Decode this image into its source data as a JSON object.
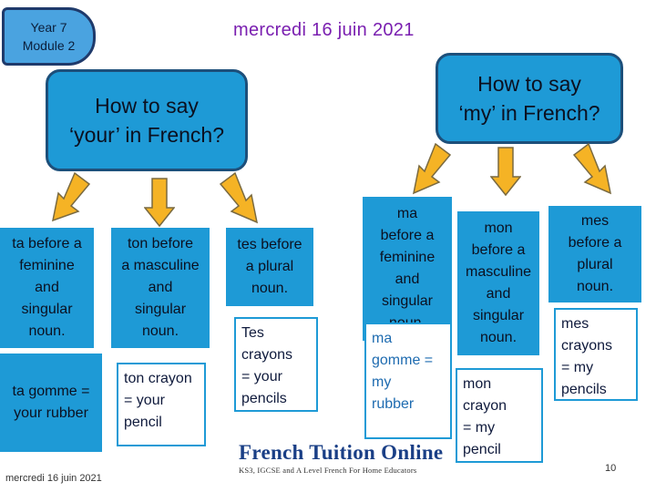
{
  "badge": {
    "line1": "Year 7",
    "line2": "Module 2"
  },
  "date_top": "mercredi 16 juin 2021",
  "bubbles": {
    "your": {
      "line1": "How to say",
      "line2": "‘your’ in French?"
    },
    "my": {
      "line1": "How to say",
      "line2": "‘my’ in French?"
    }
  },
  "your_rules": [
    {
      "lines": [
        "ta before a",
        "feminine",
        "and",
        "singular",
        "noun."
      ]
    },
    {
      "lines": [
        "ton before",
        "a masculine",
        "and",
        "singular",
        "noun."
      ]
    },
    {
      "lines": [
        "tes before",
        "a plural",
        "noun."
      ]
    }
  ],
  "your_examples": [
    {
      "lines": [
        "ta gomme =",
        "your rubber"
      ]
    },
    {
      "lines": [
        "ton crayon",
        "= your",
        "pencil"
      ]
    },
    {
      "lines": [
        "Tes",
        "crayons",
        "= your",
        "pencils"
      ]
    }
  ],
  "my_rules": [
    {
      "lines": [
        "ma",
        "before a",
        "feminine",
        "and",
        "singular",
        "noun."
      ]
    },
    {
      "lines": [
        "mon",
        "before a",
        "masculine",
        "and",
        "singular",
        "noun."
      ]
    },
    {
      "lines": [
        "mes",
        "before a",
        "plural",
        "noun."
      ]
    }
  ],
  "my_examples": [
    {
      "lines": [
        "ma",
        "gomme =",
        "my",
        "rubber"
      ]
    },
    {
      "lines": [
        "mon",
        "crayon",
        "= my",
        "pencil"
      ]
    },
    {
      "lines": [
        "mes",
        "crayons",
        "= my",
        "pencils"
      ]
    }
  ],
  "logo": {
    "title": "French Tuition Online",
    "subtitle": "KS3, IGCSE and A Level French For Home Educators"
  },
  "footer_date": "mercredi 16 juin 2021",
  "page_number": "10",
  "colors": {
    "bubble_blue": "#1e9ad6",
    "arrow_orange": "#f5b325",
    "date_purple": "#7a1fb0",
    "logo_navy": "#1a3f86"
  }
}
